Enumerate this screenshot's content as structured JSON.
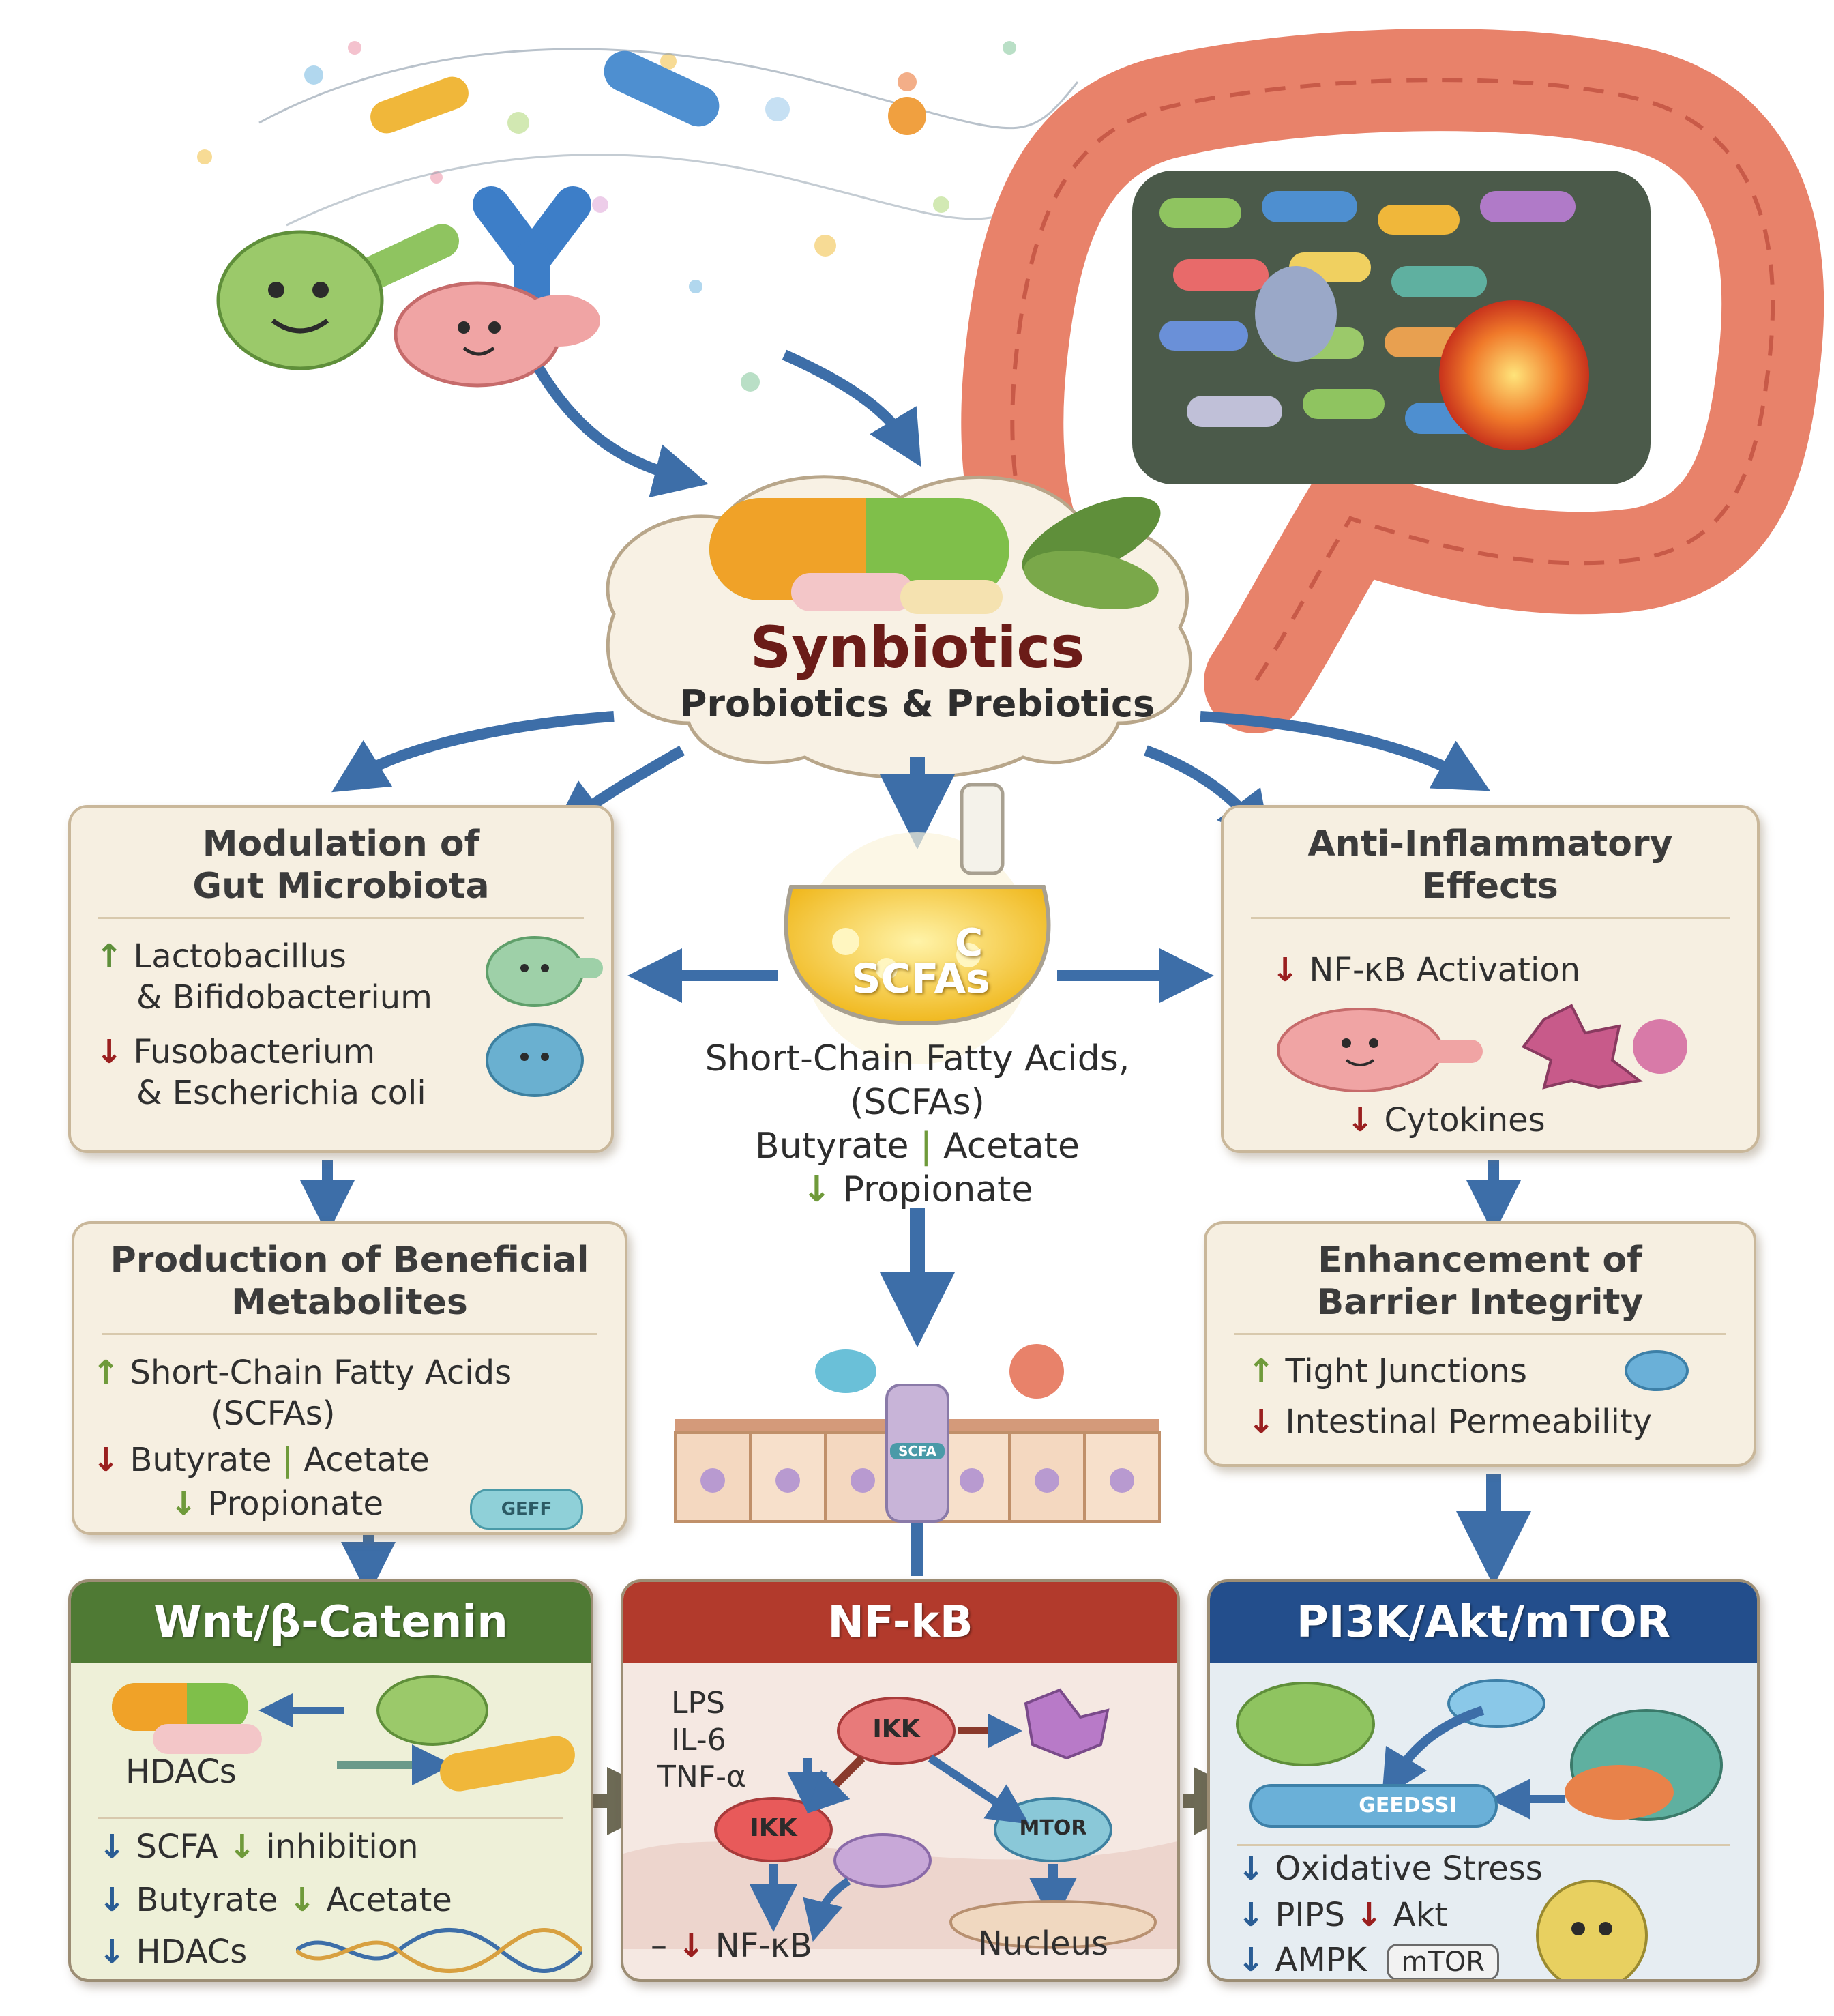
{
  "synbiotics": {
    "title": "Synbiotics",
    "subtitle": "Probiotics & Prebiotics"
  },
  "modulation": {
    "title_line1": "Modulation of",
    "title_line2": "Gut Microbiota",
    "item1_arrow": "↑",
    "item1_a": "Lactobacillus",
    "item1_b": "& Bifidobacterium",
    "item2_arrow": "↓",
    "item2_a": "Fusobacterium",
    "item2_b": "& Escherichia coli"
  },
  "scfa_center": {
    "flask_label": "SCFAs",
    "flask_letter": "C",
    "line1": "Short-Chain Fatty Acids,",
    "line2": "(SCFAs)",
    "butyrate": "Butyrate",
    "divider": "|",
    "acetate": "Acetate",
    "prop_arrow": "↓",
    "propionate": "Propionate"
  },
  "anti_inflammatory": {
    "title_line1": "Anti-Inflammatory",
    "title_line2": "Effects",
    "item1_arrow": "↓",
    "item1": "NF-κB Activation",
    "item2_arrow": "↓",
    "item2": "Cytokines"
  },
  "metabolites": {
    "title_line1": "Production of Beneficial",
    "title_line2": "Metabolites",
    "item1_arrow": "↑",
    "item1_a": "Short-Chain Fatty Acids",
    "item1_b": "(SCFAs)",
    "item2_arrow": "↓",
    "item2_butyrate": "Butyrate",
    "item2_divider": "|",
    "item2_acetate": "Acetate",
    "item3_arrow": "↓",
    "item3": "Propionate",
    "capsule_label": "GEFF"
  },
  "barrier": {
    "title_line1": "Enhancement of",
    "title_line2": "Barrier Integrity",
    "item1_arrow": "↑",
    "item1": "Tight Junctions",
    "item2_arrow": "↓",
    "item2": "Intestinal Permeability"
  },
  "epithelium_label": "SCFA",
  "wnt": {
    "header": "Wnt/β-Catenin",
    "hdacs_label": "HDACs",
    "l1_arrow": "↓",
    "l1_a": "SCFA",
    "l1_arrow2": "↓",
    "l1_b": "inhibition",
    "l2_arrow": "↓",
    "l2_a": "Butyrate",
    "l2_arrow2": "↓",
    "l2_b": "Acetate",
    "l3_arrow": "↓",
    "l3": "HDACs"
  },
  "nfkb": {
    "header": "NF-kB",
    "lps": "LPS",
    "il6": "IL-6",
    "tnf": "TNF-α",
    "ikk1": "IKK",
    "ikk2": "IKK",
    "mtor": "MTOR",
    "bottom_dash": "–",
    "bottom_arrow": "↓",
    "bottom": "NF-κB",
    "nucleus": "Nucleus"
  },
  "pi3k": {
    "header": "PI3K/Akt/mTOR",
    "capsule_label": "GEEDSSI",
    "l1_arrow": "↓",
    "l1": "Oxidative Stress",
    "l2_arrow": "↓",
    "l2_a": "PIPS",
    "l2_arrow2": "↓",
    "l2_b": "Akt",
    "l3_arrow": "↓",
    "l3_a": "AMPK",
    "l3_b": "mTOR"
  },
  "colors": {
    "wnt_header": "#4f7a34",
    "nfkb_header": "#b23a2c",
    "pi3k_header": "#234e8c",
    "arrow_blue": "#3d6ea8",
    "box_fill": "#f6efe1",
    "title_red": "#6b1c18"
  }
}
